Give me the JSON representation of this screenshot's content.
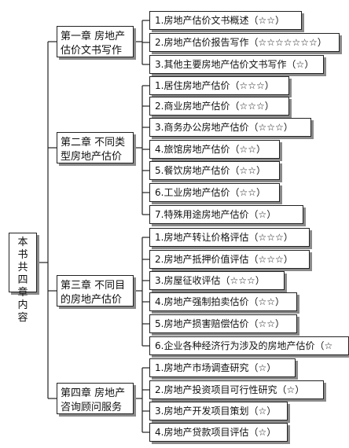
{
  "root": {
    "label": "本书共四章内容"
  },
  "chapters": [
    {
      "label": "第一章 房地产估价文书写作",
      "items": [
        "1.房地产估价文书概述（☆☆）",
        "2.房地产估价报告写作（☆☆☆☆☆☆☆）",
        "3.其他主要房地产估价文书写作（☆）"
      ]
    },
    {
      "label": "第二章 不同类型房地产估价",
      "items": [
        "1.居住房地产估价（☆☆☆）",
        "2.商业房地产估价（☆☆☆）",
        "3.商务办公房地产估价（☆☆☆）",
        "4.旅馆房地产估价（☆☆）",
        "5.餐饮房地产估价（☆☆）",
        "6.工业房地产估价（☆☆）",
        "7.特殊用途房地产估价（☆）"
      ]
    },
    {
      "label": "第三章 不同目的房地产估价",
      "items": [
        "1.房地产转让价格评估（☆☆☆）",
        "2.房地产抵押价值评估（☆☆☆）",
        "3.房屋征收评估（☆☆☆）",
        "4.房地产强制拍卖估价（☆☆）",
        "5.房地产损害赔偿估价（☆☆）",
        "6.企业各种经济行为涉及的房地产估价（☆"
      ]
    },
    {
      "label": "第四章 房地产咨询顾问服务",
      "items": [
        "1.房地产市场调查研究（☆）",
        "2.房地产投资项目可行性研究（☆）",
        "3.房地产开发项目策划（☆）",
        "4.房地产贷款项目评估（☆）"
      ]
    }
  ]
}
